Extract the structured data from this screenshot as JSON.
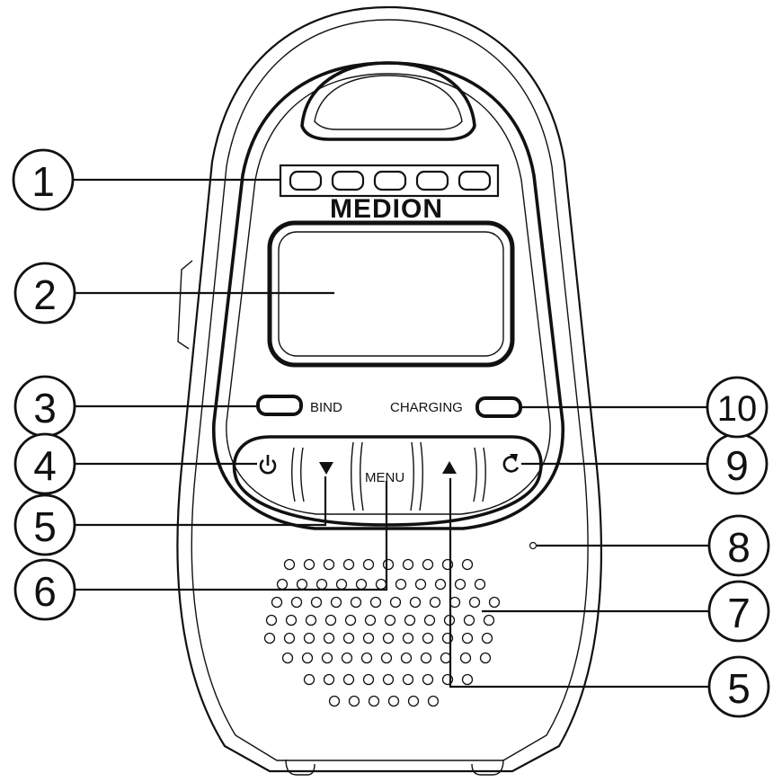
{
  "device": {
    "brand": "MEDION",
    "bind_label": "BIND",
    "charging_label": "CHARGING",
    "menu_label": "MENU"
  },
  "callouts": [
    {
      "id": "c1",
      "number": "1"
    },
    {
      "id": "c2",
      "number": "2"
    },
    {
      "id": "c3",
      "number": "3"
    },
    {
      "id": "c4",
      "number": "4"
    },
    {
      "id": "c5a",
      "number": "5"
    },
    {
      "id": "c6",
      "number": "6"
    },
    {
      "id": "c7",
      "number": "7"
    },
    {
      "id": "c8",
      "number": "8"
    },
    {
      "id": "c9",
      "number": "9"
    },
    {
      "id": "c10",
      "number": "10"
    },
    {
      "id": "c5b",
      "number": "5"
    }
  ]
}
